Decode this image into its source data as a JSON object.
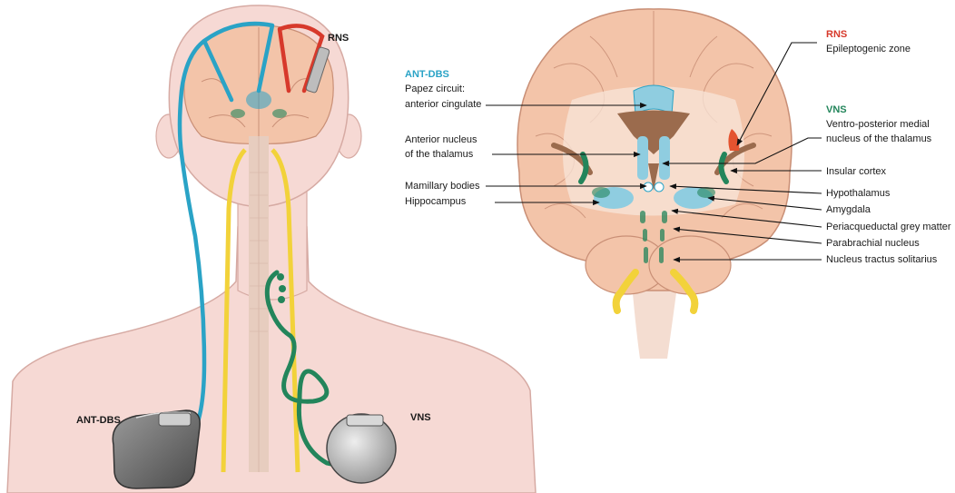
{
  "devices": {
    "rns": "RNS",
    "ant_dbs": "ANT-DBS",
    "vns": "VNS"
  },
  "groups": {
    "ant_dbs": {
      "title": "ANT-DBS",
      "lines": [
        "Papez circuit:",
        "anterior cingulate"
      ]
    },
    "rns": {
      "title": "RNS",
      "lines": [
        "Epileptogenic zone"
      ]
    },
    "vns": {
      "title": "VNS",
      "lines": [
        "Ventro-posterior medial",
        "nucleus of the thalamus"
      ]
    }
  },
  "left_labels": {
    "anterior_nucleus": [
      "Anterior nucleus",
      "of the thalamus"
    ],
    "mamillary": "Mamillary bodies",
    "hippocampus": "Hippocampus"
  },
  "right_labels": {
    "insular": "Insular cortex",
    "hypothalamus": "Hypothalamus",
    "amygdala": "Amygdala",
    "periaqueductal": "Periacqueductal grey matter",
    "parabrachial": "Parabrachial nucleus",
    "nucleus_tractus": "Nucleus tractus solitarius"
  },
  "colors": {
    "ant_dbs": "#2aa3c6",
    "rns": "#d7392b",
    "vns": "#23855b",
    "skin": "#f6d9d4",
    "brain": "#f3c4a9",
    "nerve": "#f2d23a"
  }
}
